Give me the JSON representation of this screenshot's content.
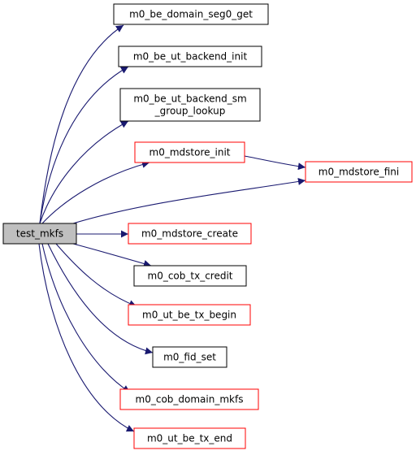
{
  "colors": {
    "edge": "#191970",
    "node_border_black": "#000000",
    "node_border_red": "#ff0000",
    "root_fill": "#bfbfbf"
  },
  "root": {
    "label": "test_mkfs"
  },
  "nodes": [
    {
      "id": "seg0_get",
      "lines": [
        "m0_be_domain_seg0_get"
      ],
      "border": "black"
    },
    {
      "id": "backend_init",
      "lines": [
        "m0_be_ut_backend_init"
      ],
      "border": "black"
    },
    {
      "id": "backend_sm",
      "lines": [
        "m0_be_ut_backend_sm",
        "_group_lookup"
      ],
      "border": "black"
    },
    {
      "id": "mdstore_init",
      "lines": [
        "m0_mdstore_init"
      ],
      "border": "red"
    },
    {
      "id": "mdstore_fini",
      "lines": [
        "m0_mdstore_fini"
      ],
      "border": "red"
    },
    {
      "id": "mdstore_create",
      "lines": [
        "m0_mdstore_create"
      ],
      "border": "red"
    },
    {
      "id": "tx_credit",
      "lines": [
        "m0_cob_tx_credit"
      ],
      "border": "black"
    },
    {
      "id": "tx_begin",
      "lines": [
        "m0_ut_be_tx_begin"
      ],
      "border": "red"
    },
    {
      "id": "fid_set",
      "lines": [
        "m0_fid_set"
      ],
      "border": "black"
    },
    {
      "id": "domain_mkfs",
      "lines": [
        "m0_cob_domain_mkfs"
      ],
      "border": "red"
    },
    {
      "id": "tx_end",
      "lines": [
        "m0_ut_be_tx_end"
      ],
      "border": "red"
    }
  ],
  "edges": [
    {
      "from": "test_mkfs",
      "to": "seg0_get"
    },
    {
      "from": "test_mkfs",
      "to": "backend_init"
    },
    {
      "from": "test_mkfs",
      "to": "backend_sm"
    },
    {
      "from": "test_mkfs",
      "to": "mdstore_init"
    },
    {
      "from": "test_mkfs",
      "to": "mdstore_fini"
    },
    {
      "from": "test_mkfs",
      "to": "mdstore_create"
    },
    {
      "from": "test_mkfs",
      "to": "tx_credit"
    },
    {
      "from": "test_mkfs",
      "to": "tx_begin"
    },
    {
      "from": "test_mkfs",
      "to": "fid_set"
    },
    {
      "from": "test_mkfs",
      "to": "domain_mkfs"
    },
    {
      "from": "test_mkfs",
      "to": "tx_end"
    },
    {
      "from": "mdstore_init",
      "to": "mdstore_fini"
    }
  ]
}
